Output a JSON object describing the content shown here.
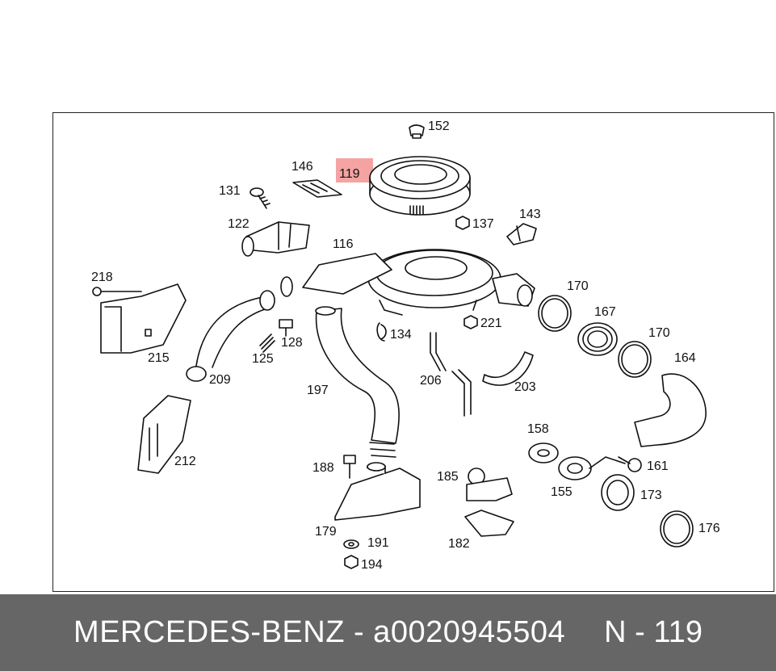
{
  "footer": {
    "brand_part": "MERCEDES-BENZ - a0020945504",
    "ref": "N - 119"
  },
  "highlight_color": "#f4a3a3",
  "labels": [
    {
      "id": "152",
      "text": "152"
    },
    {
      "id": "146",
      "text": "146"
    },
    {
      "id": "119",
      "text": "119"
    },
    {
      "id": "131",
      "text": "131"
    },
    {
      "id": "122",
      "text": "122"
    },
    {
      "id": "137",
      "text": "137"
    },
    {
      "id": "143",
      "text": "143"
    },
    {
      "id": "116",
      "text": "116"
    },
    {
      "id": "218",
      "text": "218"
    },
    {
      "id": "170a",
      "text": "170"
    },
    {
      "id": "167",
      "text": "167"
    },
    {
      "id": "221",
      "text": "221"
    },
    {
      "id": "134",
      "text": "134"
    },
    {
      "id": "128",
      "text": "128"
    },
    {
      "id": "170b",
      "text": "170"
    },
    {
      "id": "215",
      "text": "215"
    },
    {
      "id": "125",
      "text": "125"
    },
    {
      "id": "164",
      "text": "164"
    },
    {
      "id": "209",
      "text": "209"
    },
    {
      "id": "206",
      "text": "206"
    },
    {
      "id": "203",
      "text": "203"
    },
    {
      "id": "197",
      "text": "197"
    },
    {
      "id": "158",
      "text": "158"
    },
    {
      "id": "212",
      "text": "212"
    },
    {
      "id": "161",
      "text": "161"
    },
    {
      "id": "188",
      "text": "188"
    },
    {
      "id": "185",
      "text": "185"
    },
    {
      "id": "155",
      "text": "155"
    },
    {
      "id": "173",
      "text": "173"
    },
    {
      "id": "179",
      "text": "179"
    },
    {
      "id": "191",
      "text": "191"
    },
    {
      "id": "182",
      "text": "182"
    },
    {
      "id": "176",
      "text": "176"
    },
    {
      "id": "194",
      "text": "194"
    }
  ]
}
